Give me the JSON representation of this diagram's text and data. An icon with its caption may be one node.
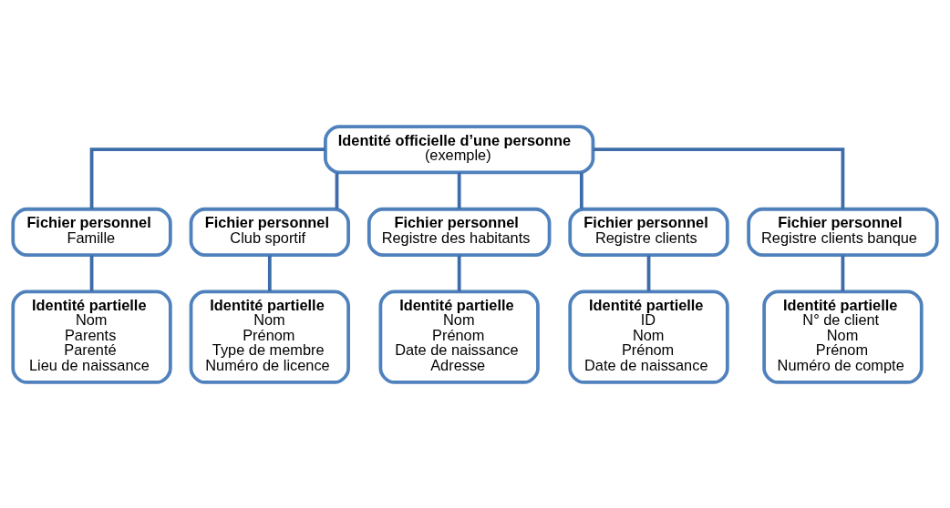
{
  "diagram": {
    "nodes": [
      {
        "text": [
          "Identité officielle d’une personne",
          "(exemple)"
        ]
      },
      {
        "text": [
          "Fichier personnel",
          "Famille"
        ]
      },
      {
        "text": [
          "Fichier personnel",
          "Club sportif"
        ]
      },
      {
        "text": [
          "Fichier personnel",
          "Registre des habitants"
        ]
      },
      {
        "text": [
          "Fichier personnel",
          "Registre clients"
        ]
      },
      {
        "text": [
          "Fichier personnel",
          "Registre clients banque"
        ]
      },
      {
        "text": [
          "Identité partielle",
          "Nom",
          "Parents",
          "Parenté",
          "Lieu de naissance"
        ]
      },
      {
        "text": [
          "Identité partielle",
          "Nom",
          "Prénom",
          "Type de membre",
          "Numéro de licence"
        ]
      },
      {
        "text": [
          "Identité partielle",
          "Nom",
          "Prénom",
          "Date de naissance",
          "Adresse"
        ]
      },
      {
        "text": [
          "Identité partielle",
          "ID",
          "Nom",
          "Prénom",
          "Date de naissance"
        ]
      },
      {
        "text": [
          "Identité partielle",
          "N° de client",
          "Nom",
          "Prénom",
          "Numéro de compte"
        ]
      }
    ],
    "edges": [
      {
        "from": 0,
        "to": 1,
        "arrow": "none"
      },
      {
        "from": 0,
        "to": 2,
        "arrow": "none"
      },
      {
        "from": 0,
        "to": 3,
        "arrow": "none"
      },
      {
        "from": 0,
        "to": 4,
        "arrow": "none"
      },
      {
        "from": 0,
        "to": 5,
        "arrow": "none"
      },
      {
        "from": 1,
        "to": 6,
        "arrow": "none"
      },
      {
        "from": 2,
        "to": 7,
        "arrow": "none"
      },
      {
        "from": 3,
        "to": 8,
        "arrow": "none"
      },
      {
        "from": 4,
        "to": 9,
        "arrow": "none"
      },
      {
        "from": 5,
        "to": 10,
        "arrow": "none"
      }
    ]
  }
}
